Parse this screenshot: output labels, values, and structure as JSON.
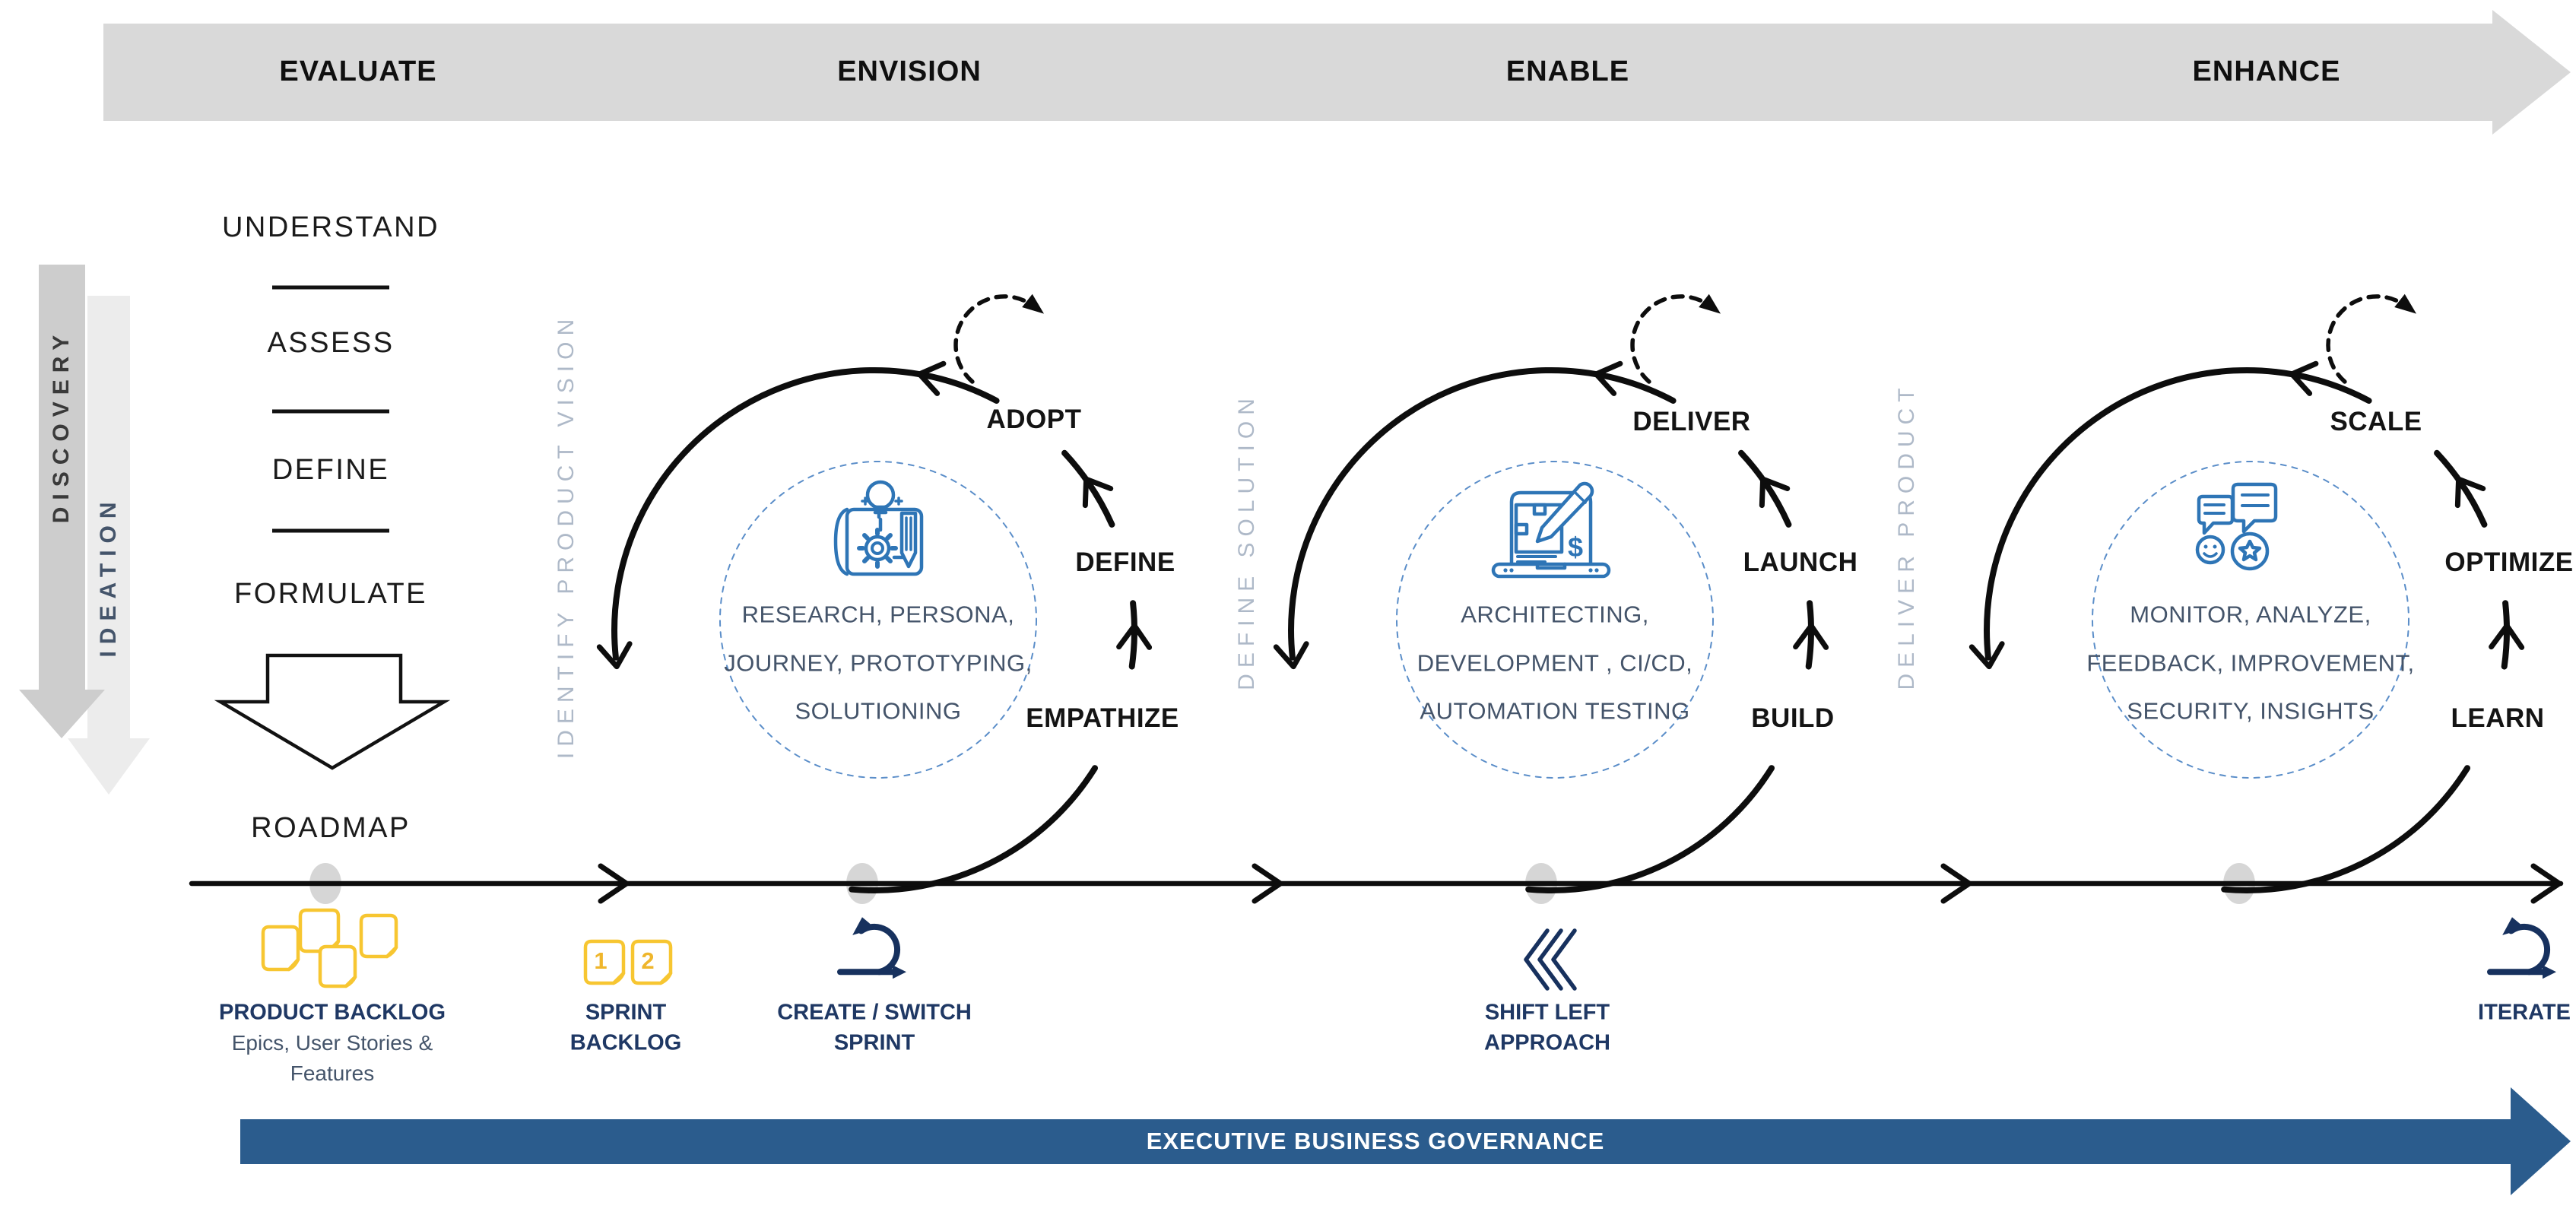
{
  "header": {
    "phases": [
      {
        "label": "EVALUATE"
      },
      {
        "label": "ENVISION"
      },
      {
        "label": "ENABLE"
      },
      {
        "label": "ENHANCE"
      }
    ]
  },
  "discovery": {
    "vertical_arrows": [
      {
        "label": "DISCOVERY"
      },
      {
        "label": "IDEATION"
      }
    ],
    "steps": [
      {
        "label": "UNDERSTAND"
      },
      {
        "label": "ASSESS"
      },
      {
        "label": "DEFINE"
      },
      {
        "label": "FORMULATE"
      }
    ],
    "output_label": "ROADMAP"
  },
  "loops": [
    {
      "side_label": "IDENTIFY PRODUCT VISION",
      "icon": "blueprint-idea-icon",
      "stages": [
        {
          "label": "ADOPT"
        },
        {
          "label": "DEFINE"
        },
        {
          "label": "EMPATHIZE"
        }
      ],
      "activity_lines": [
        "RESEARCH, PERSONA,",
        "JOURNEY, PROTOTYPING,",
        "SOLUTIONING"
      ]
    },
    {
      "side_label": "DEFINE SOLUTION",
      "icon": "dev-laptop-icon",
      "stages": [
        {
          "label": "DELIVER"
        },
        {
          "label": "LAUNCH"
        },
        {
          "label": "BUILD"
        }
      ],
      "activity_lines": [
        "ARCHITECTING,",
        "DEVELOPMENT , CI/CD,",
        "AUTOMATION TESTING"
      ]
    },
    {
      "side_label": "DELIVER PRODUCT",
      "icon": "feedback-rating-icon",
      "stages": [
        {
          "label": "SCALE"
        },
        {
          "label": "OPTIMIZE"
        },
        {
          "label": "LEARN"
        }
      ],
      "activity_lines": [
        "MONITOR, ANALYZE,",
        "FEEDBACK, IMPROVEMENT,",
        "SECURITY, INSIGHTS"
      ]
    }
  ],
  "timeline": {
    "items": [
      {
        "label": "PRODUCT BACKLOG",
        "sublabel_lines": [
          "Epics, User Stories &",
          "Features"
        ],
        "icon": "sticky-notes-icon"
      },
      {
        "label_lines": [
          "SPRINT",
          "BACKLOG"
        ],
        "icon": "numbered-sticky-notes-icon",
        "note_numbers": [
          "1",
          "2"
        ]
      },
      {
        "label_lines": [
          "CREATE / SWITCH",
          "SPRINT"
        ],
        "icon": "sprint-loop-icon"
      },
      {
        "label_lines": [
          "SHIFT LEFT",
          "APPROACH"
        ],
        "icon": "triple-chevron-left-icon"
      },
      {
        "label": "ITERATE",
        "icon": "sprint-loop-icon"
      }
    ]
  },
  "governance": {
    "label": "EXECUTIVE BUSINESS GOVERNANCE"
  },
  "colors": {
    "accent_blue": "#2E75B6",
    "navy": "#17315E",
    "slate": "#44546A",
    "banner_gray": "#D9D9D9",
    "governance_blue": "#2B5C8D",
    "sticky_yellow": "#F7C631",
    "side_label_gray": "#AEB9C8"
  }
}
